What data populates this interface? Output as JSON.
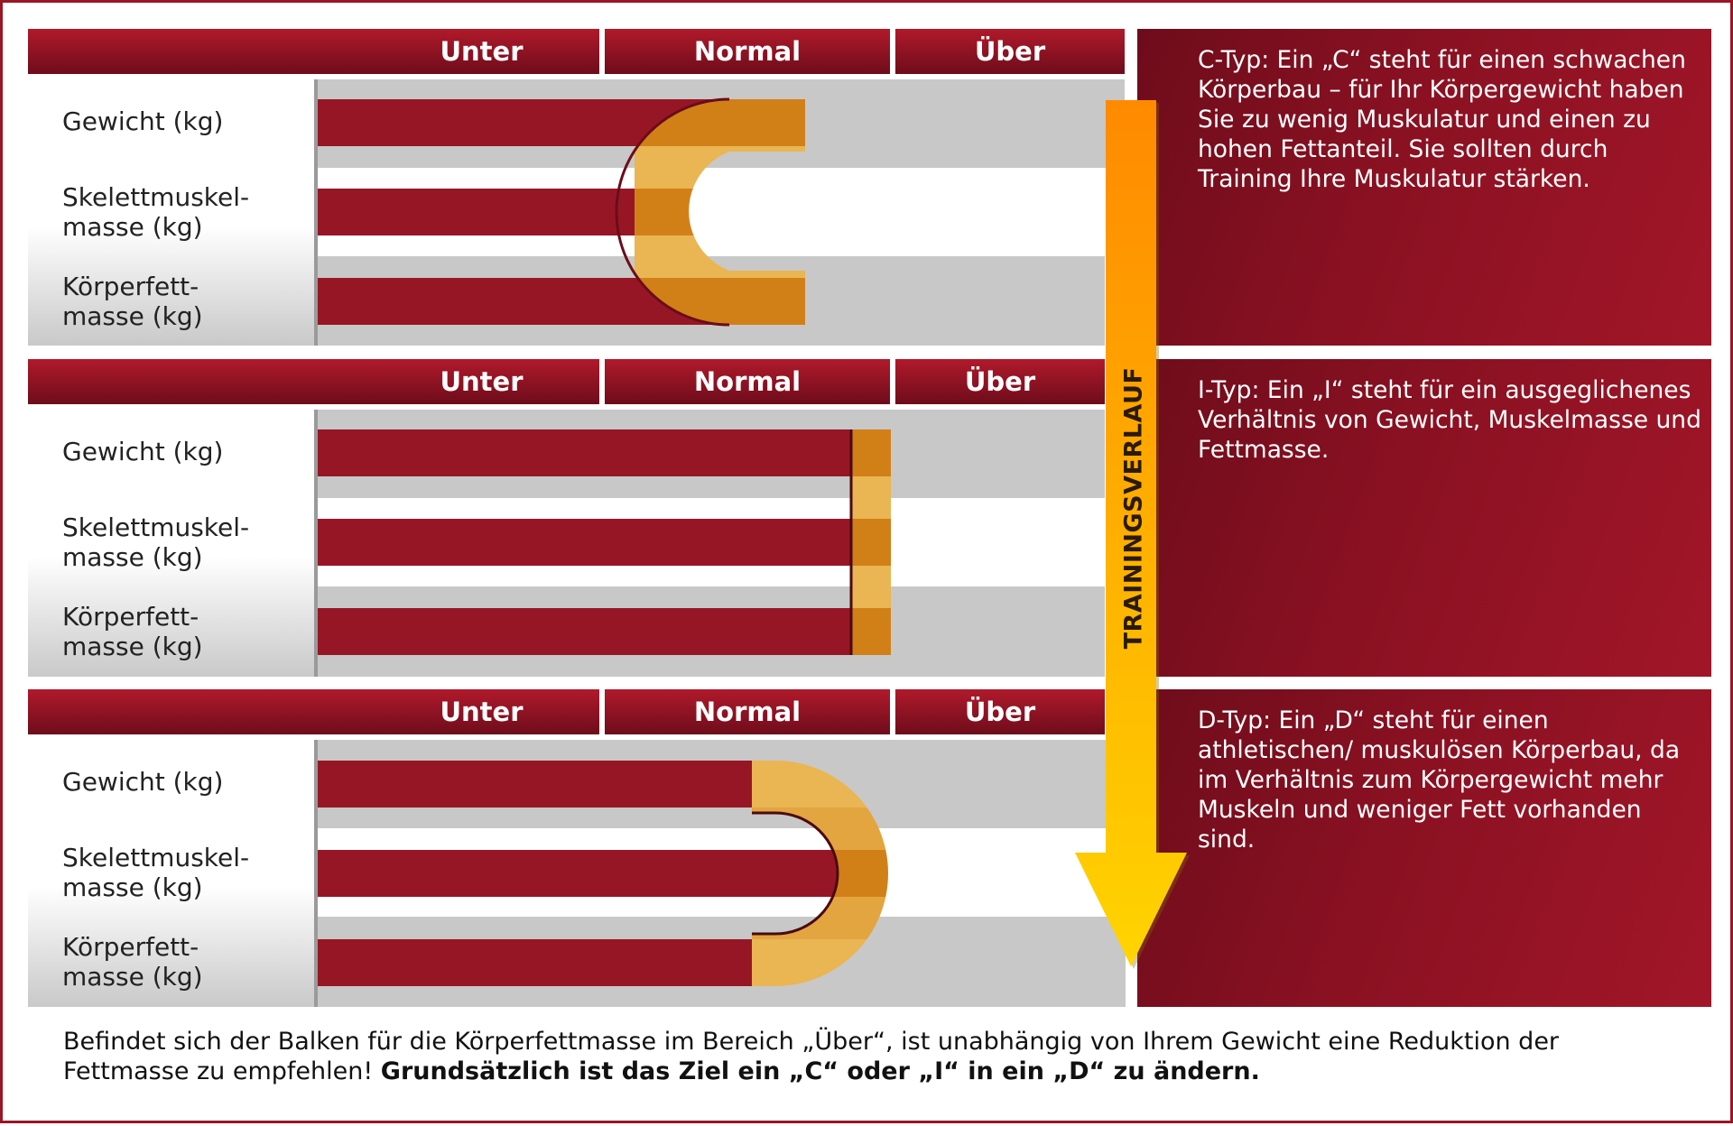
{
  "colors": {
    "header": "#8a1122",
    "bar": "#971626",
    "marker_dark": "#d18018",
    "marker_light": "#eab553",
    "arrow_top": "#ff8a00",
    "arrow_bottom": "#ffd400",
    "band_gray": "#c8c8c8"
  },
  "header": {
    "under": "Unter",
    "normal": "Normal",
    "over": "Über"
  },
  "row_labels": {
    "weight": "Gewicht (kg)",
    "muscle_line1": "Skelettmuskel-",
    "muscle_line2": "masse (kg)",
    "fat_line1": "Körperfett-",
    "fat_line2": "masse (kg)"
  },
  "sections": [
    {
      "type": "C",
      "marker_shape": "C",
      "description": "C-Typ: Ein „C“ steht für einen schwachen Körperbau – für Ihr Körpergewicht haben Sie zu wenig Muskulatur und einen zu hohen Fettanteil. Sie sollten durch Training Ihre Muskulatur stärken."
    },
    {
      "type": "I",
      "marker_shape": "I",
      "description": "I-Typ: Ein „I“ steht für ein ausgeglichenes Verhältnis von Gewicht, Muskelmasse und Fettmasse."
    },
    {
      "type": "D",
      "marker_shape": "D",
      "description": "D-Typ: Ein „D“ steht für einen athletischen/ muskulösen Körperbau, da im Verhältnis zum Körpergewicht mehr Muskeln und weniger Fett vorhanden sind."
    }
  ],
  "arrow": {
    "label": "TRAININGSVERLAUF",
    "icon": "down-arrow-icon"
  },
  "note": {
    "normal_text": "Befindet sich der Balken für die Körperfettmasse im Bereich „Über“, ist unabhängig von Ihrem Gewicht eine Reduktion der Fettmasse zu empfehlen! ",
    "bold_text": "Grundsätzlich ist das Ziel ein „C“ oder „I“ in ein „D“ zu ändern."
  }
}
